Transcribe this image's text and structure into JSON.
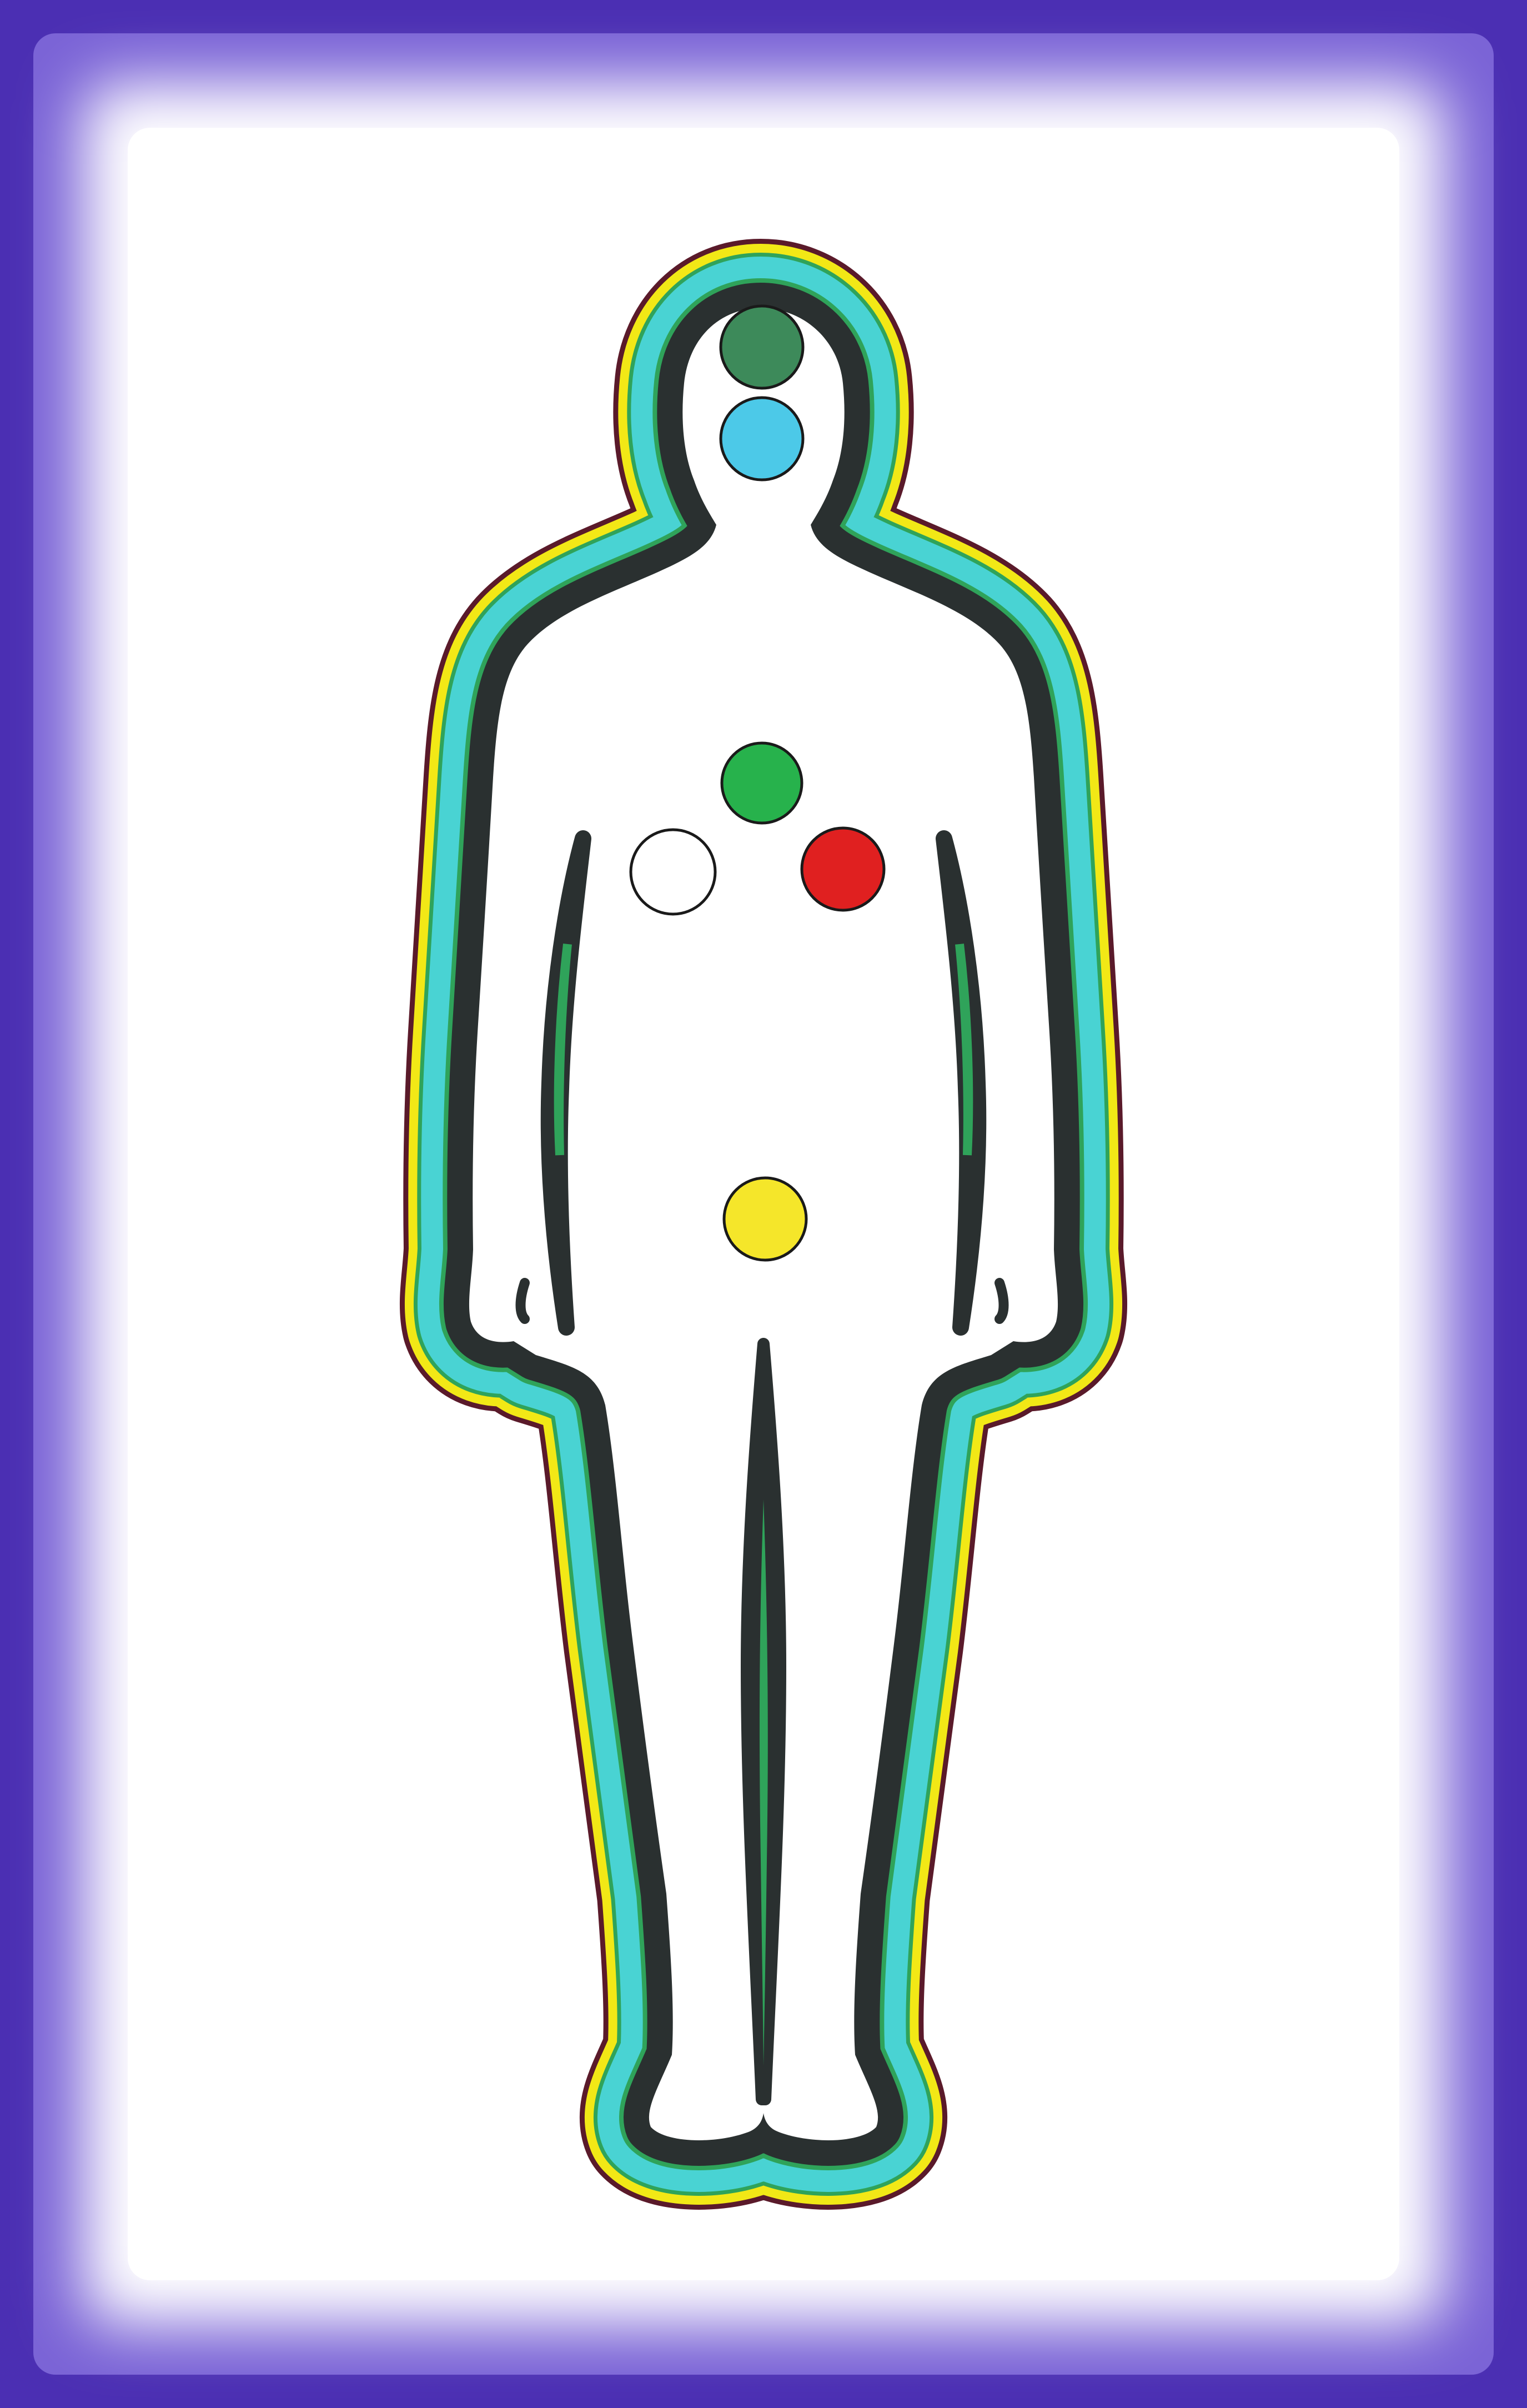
{
  "colors": {
    "frame": "#4b2fb3",
    "frame_glow": "#7a63d6",
    "background": "#ffffff",
    "aura_outer_dark": "#5a1a2a",
    "aura_yellow": "#f2e816",
    "aura_green": "#2fa35a",
    "aura_cyan": "#49d3d3",
    "aura_dark": "#2a3030",
    "body_fill": "#ffffff"
  },
  "figure": {
    "name": "human-silhouette",
    "energy_points": [
      {
        "name": "crown-point",
        "color": "#3d8a5a"
      },
      {
        "name": "brow-point",
        "color": "#4cc9e8"
      },
      {
        "name": "heart-point",
        "color": "#27b24c"
      },
      {
        "name": "right-chest-point",
        "color": "#ffffff"
      },
      {
        "name": "left-chest-point",
        "color": "#e02020"
      },
      {
        "name": "navel-point",
        "color": "#f5e62a"
      }
    ]
  }
}
